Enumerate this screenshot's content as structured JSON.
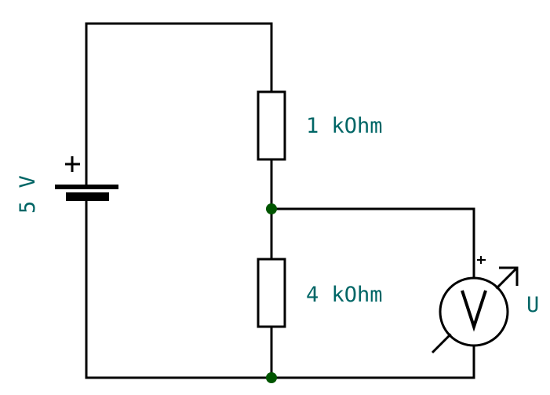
{
  "source": {
    "label": "5 V",
    "polarity": "+"
  },
  "resistors": [
    {
      "label": "1 kOhm"
    },
    {
      "label": "4 kOhm"
    }
  ],
  "voltmeter": {
    "symbol": "V",
    "polarity": "+",
    "label": "U"
  },
  "colors": {
    "wire": "#000000",
    "label": "#006666",
    "junction": "#005500"
  }
}
